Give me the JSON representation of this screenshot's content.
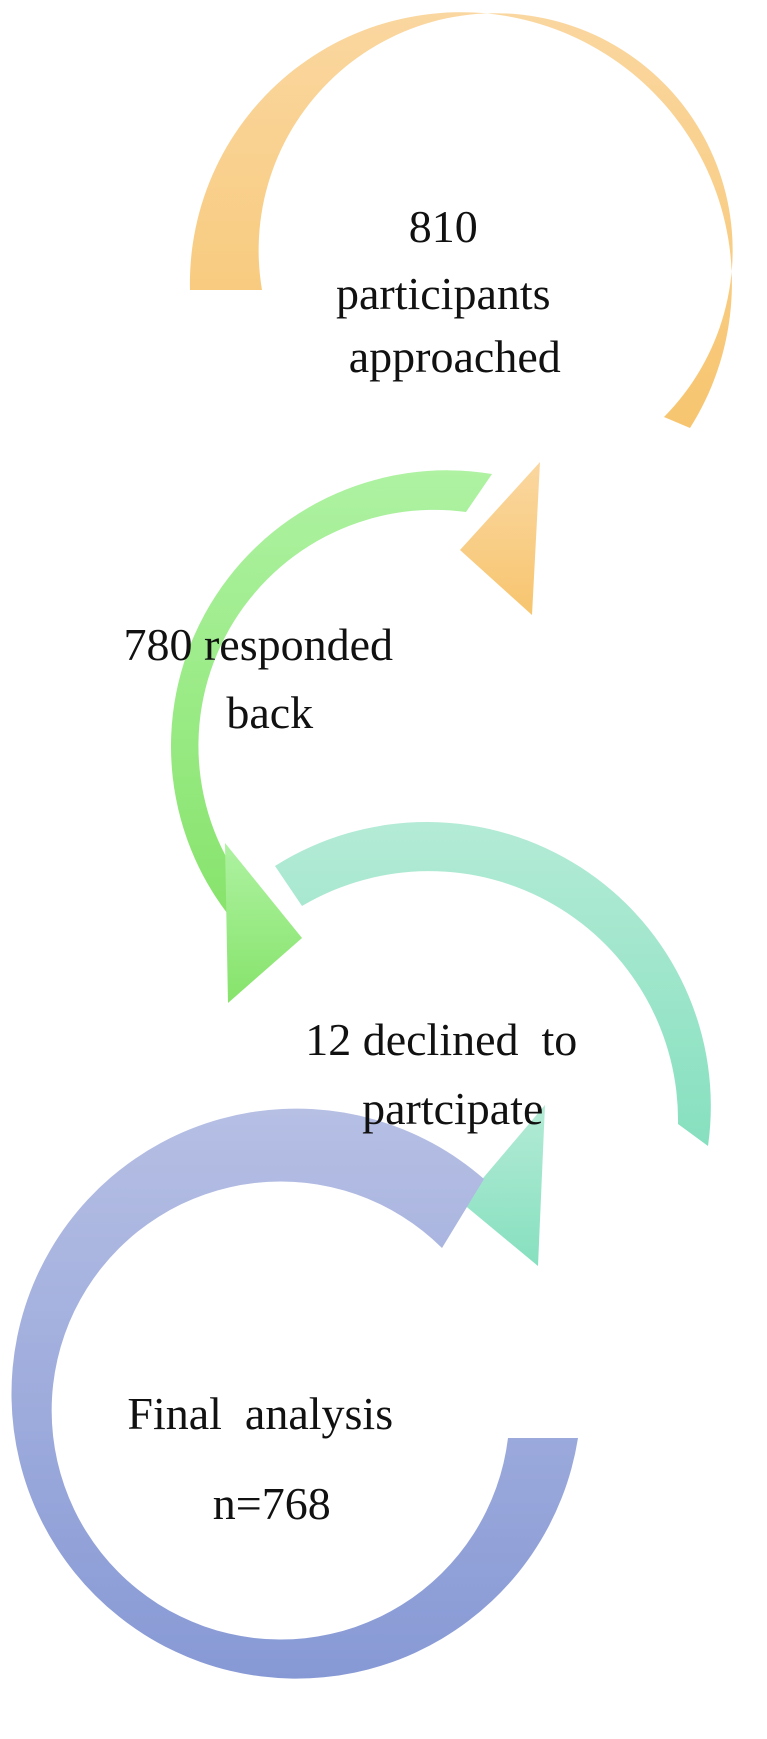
{
  "steps": [
    {
      "lines": [
        "810",
        "participants",
        "approached"
      ],
      "color": "#f8cd84"
    },
    {
      "lines": [
        "780 responded",
        "back"
      ],
      "color": "#9aea86"
    },
    {
      "lines": [
        "12 declined  to",
        "partcipate"
      ],
      "color": "#9be3c6"
    },
    {
      "lines": [
        "Final  analysis",
        "n=768"
      ],
      "color": "#9aa8dc"
    }
  ]
}
